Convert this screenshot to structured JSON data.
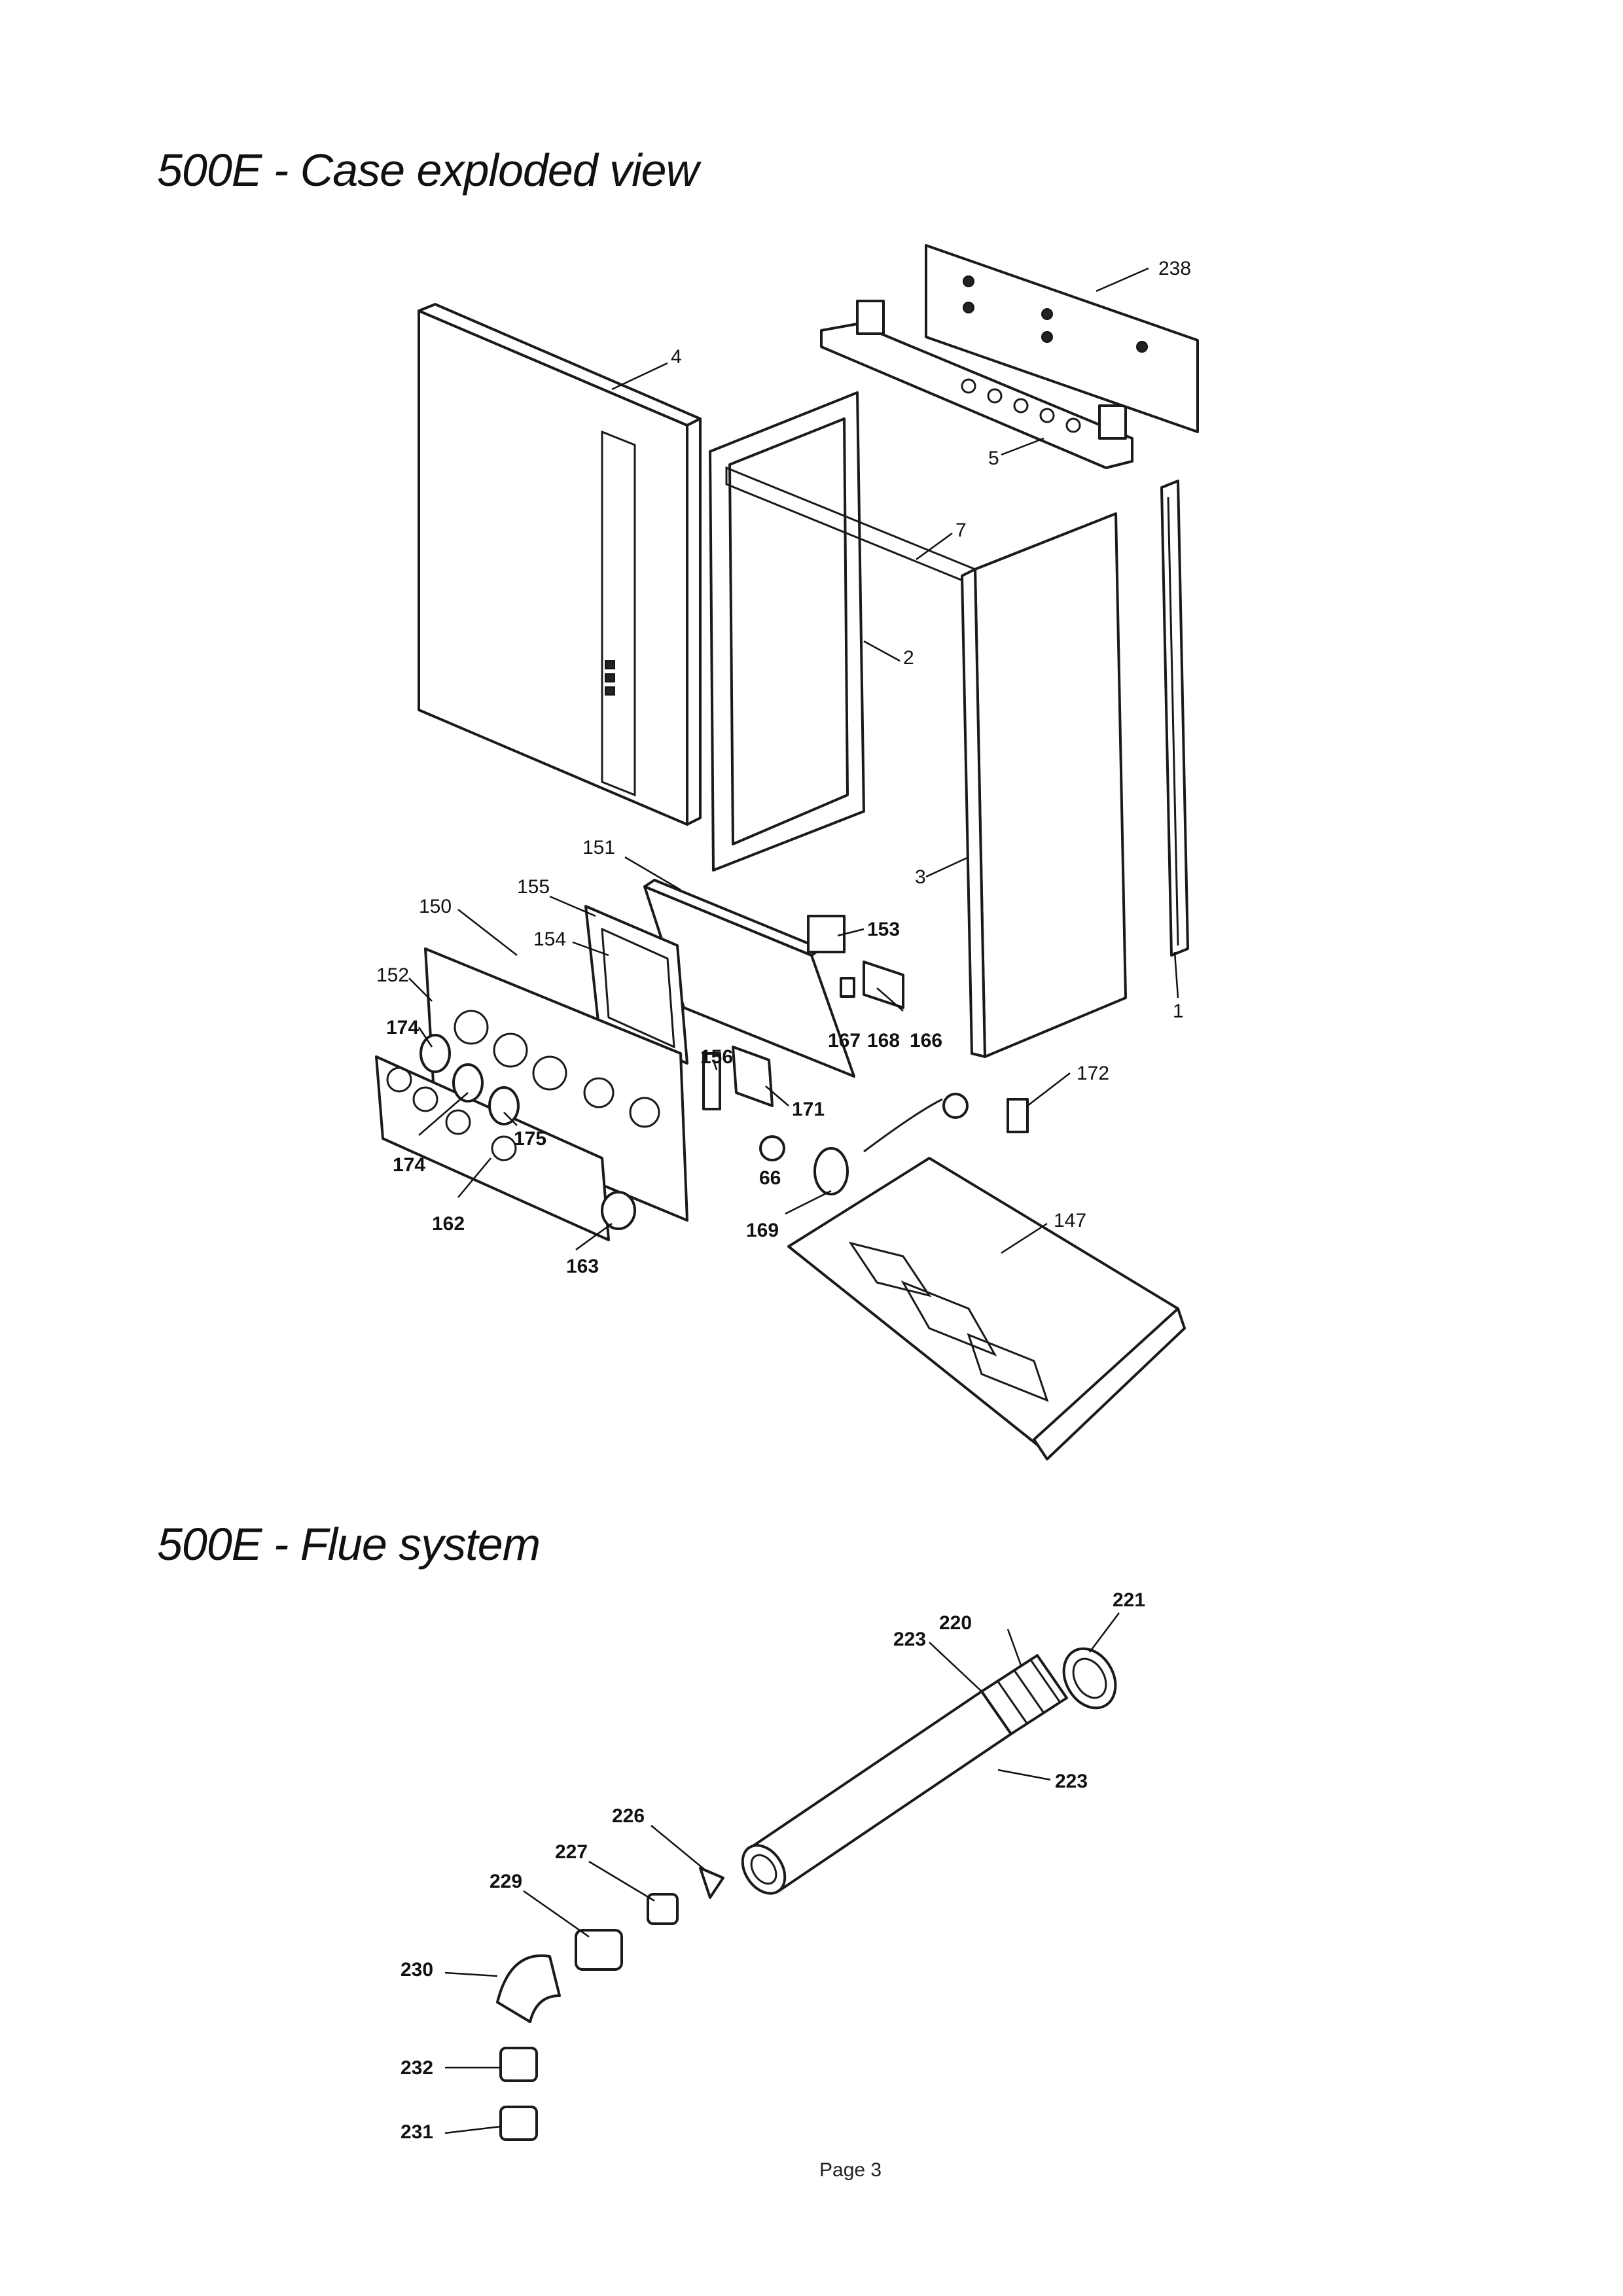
{
  "sections": {
    "case": {
      "title": "500E - Case exploded view"
    },
    "flue": {
      "title": "500E - Flue system"
    }
  },
  "case_labels": {
    "p238": "238",
    "p4": "4",
    "p5": "5",
    "p7": "7",
    "p2": "2",
    "p3": "3",
    "p1": "1",
    "p151": "151",
    "p155": "155",
    "p150": "150",
    "p154": "154",
    "p152": "152",
    "p153": "153",
    "p167": "167",
    "p168": "168",
    "p166": "166",
    "p156": "156",
    "p171": "171",
    "p172": "172",
    "p174a": "174",
    "p174b": "174",
    "p175": "175",
    "p66": "66",
    "p162": "162",
    "p163": "163",
    "p169": "169",
    "p147": "147"
  },
  "flue_labels": {
    "p221": "221",
    "p220": "220",
    "p223a": "223",
    "p223b": "223",
    "p226": "226",
    "p227": "227",
    "p229": "229",
    "p230": "230",
    "p232": "232",
    "p231": "231"
  },
  "footer": {
    "page": "Page 3"
  }
}
